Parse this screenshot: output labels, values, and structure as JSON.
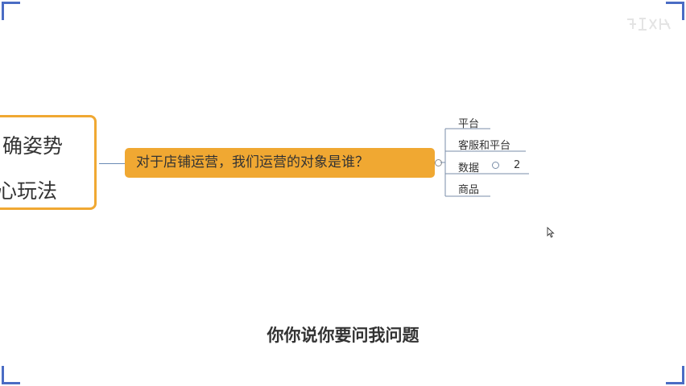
{
  "mindmap": {
    "root_node": {
      "line1": "确姿势",
      "line2": "心玩法"
    },
    "topic": {
      "label": "对于店铺运营，我们运营的对象是谁？"
    },
    "branches": [
      {
        "label": "平台"
      },
      {
        "label": "客服和平台"
      },
      {
        "label": "数据",
        "collapsed_count": "2"
      },
      {
        "label": "商品"
      }
    ]
  },
  "subtitle": {
    "text": "你你说你要问我问题"
  },
  "colors": {
    "node_fill": "#f0a832",
    "node_border": "#f0a832",
    "connector": "#6b8bb5",
    "corner_brackets": "#4a6cc4"
  }
}
